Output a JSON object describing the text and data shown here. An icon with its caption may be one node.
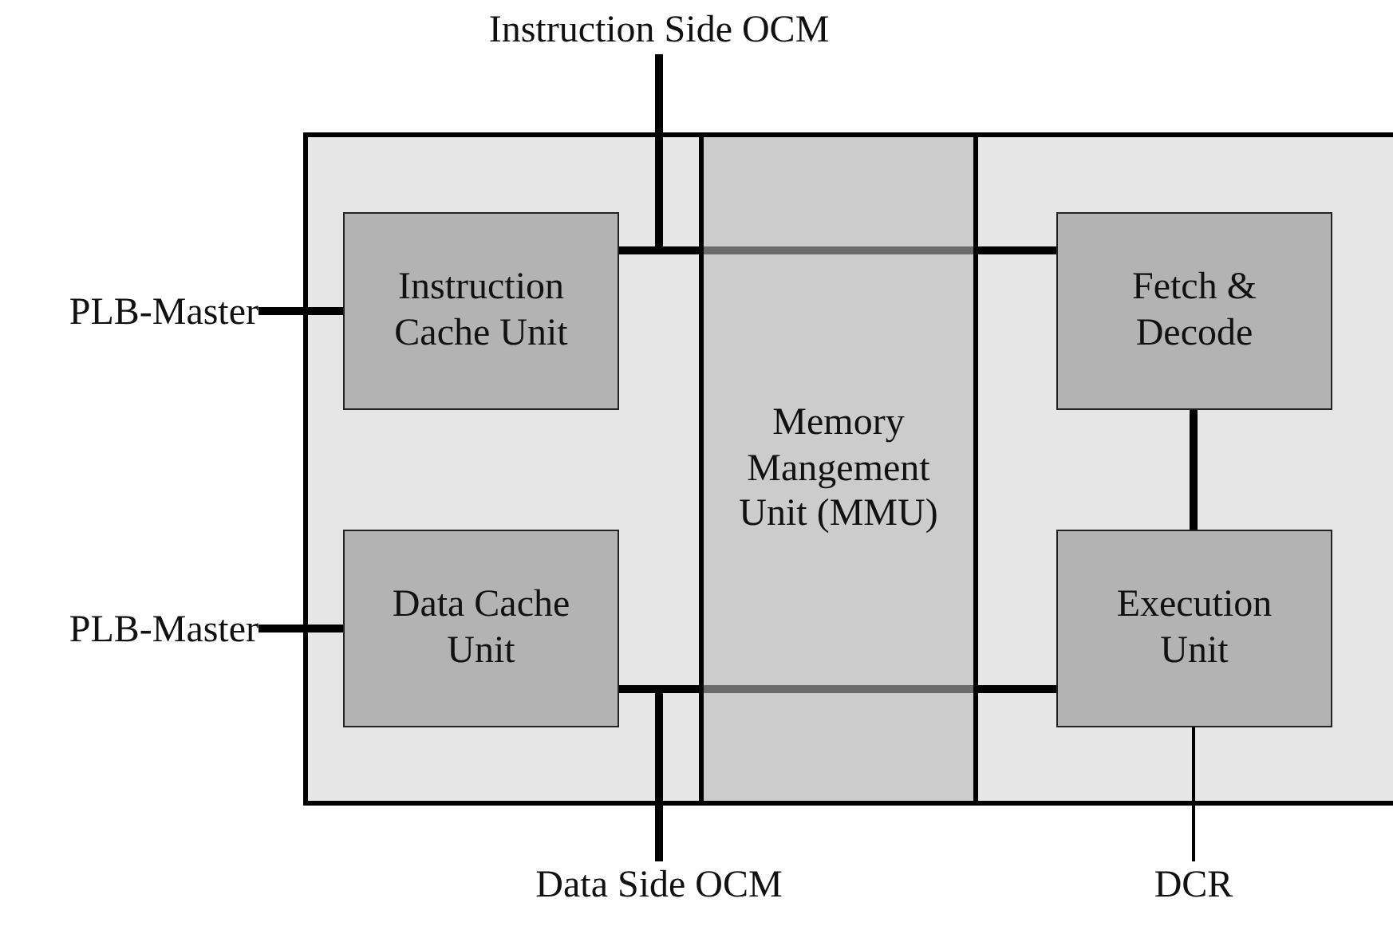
{
  "diagram": {
    "nodes": [
      {
        "text": [],
        "shape": "box"
      },
      {
        "text": [
          "Instruction Cache Unit"
        ],
        "in": 0
      },
      {
        "text": [
          "Data Cache Unit"
        ],
        "in": 0
      },
      {
        "text": [
          "Memory Mangement Unit (MMU)"
        ],
        "in": 0
      },
      {
        "text": [
          "Fetch & Decode"
        ],
        "in": 0
      },
      {
        "text": [
          "Execution Unit"
        ],
        "in": 0
      },
      {
        "text": [
          "Instruction Side OCM"
        ]
      },
      {
        "text": [
          "Data Side OCM"
        ]
      },
      {
        "text": [
          "DCR"
        ]
      },
      {
        "text": [
          "PLB-Master"
        ]
      },
      {
        "text": [
          "PLB-Master"
        ]
      }
    ],
    "edges": [
      {
        "from": 9,
        "to": 1,
        "arrow": "none"
      },
      {
        "from": 10,
        "to": 2,
        "arrow": "none"
      },
      {
        "from": 6,
        "to": 1,
        "arrow": "none"
      },
      {
        "from": 1,
        "to": 3,
        "arrow": "none"
      },
      {
        "from": 3,
        "to": 4,
        "arrow": "none"
      },
      {
        "from": 2,
        "to": 3,
        "arrow": "none"
      },
      {
        "from": 3,
        "to": 5,
        "arrow": "none"
      },
      {
        "from": 7,
        "to": 2,
        "arrow": "none"
      },
      {
        "from": 4,
        "to": 5,
        "arrow": "none"
      },
      {
        "from": 5,
        "to": 8,
        "arrow": "none"
      }
    ]
  }
}
